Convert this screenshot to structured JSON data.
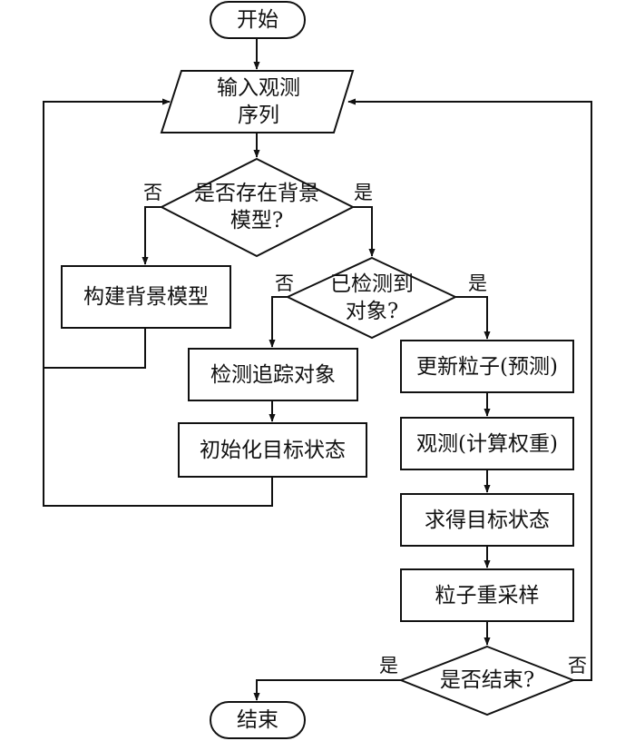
{
  "nodes": {
    "start": "开始",
    "input": "输入观测\n序列",
    "has_bg": "是否存在背景\n模型?",
    "build_bg": "构建背景模型",
    "detected": "已检测到\n对象?",
    "detect_track": "检测追踪对象",
    "init_state": "初始化目标状态",
    "update_particles": "更新粒子(预测)",
    "observe": "观测(计算权重)",
    "get_state": "求得目标状态",
    "resample": "粒子重采样",
    "is_end": "是否结束?",
    "end": "结束"
  },
  "edge_labels": {
    "has_bg_no": "否",
    "has_bg_yes": "是",
    "detected_no": "否",
    "detected_yes": "是",
    "end_yes": "是",
    "end_no": "否"
  }
}
